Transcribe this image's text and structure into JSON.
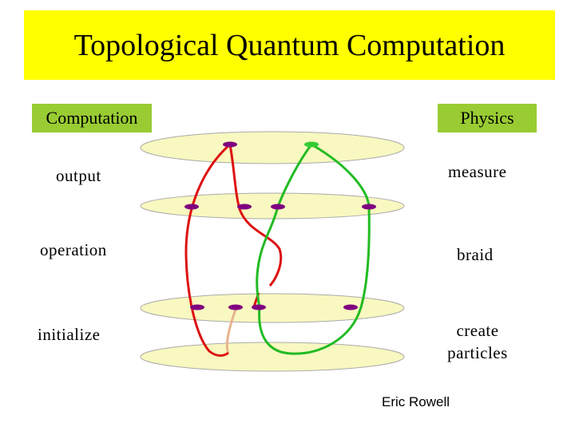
{
  "title": "Topological Quantum Computation",
  "left_header": "Computation",
  "right_header": "Physics",
  "left_labels": {
    "output": "output",
    "operation": "operation",
    "initialize": "initialize"
  },
  "right_labels": {
    "measure": "measure",
    "braid": "braid",
    "create_line1": "create",
    "create_line2": "particles"
  },
  "credit": "Eric Rowell",
  "colors": {
    "title_bg": "#ffff00",
    "header_bg": "#99cc33",
    "plane_fill": "#f8f8c0",
    "particle": "#800080",
    "particle_green": "#33cc33",
    "strand_red": "#dd1111",
    "strand_green": "#22bb22",
    "strand_tan": "#e8b48c"
  }
}
